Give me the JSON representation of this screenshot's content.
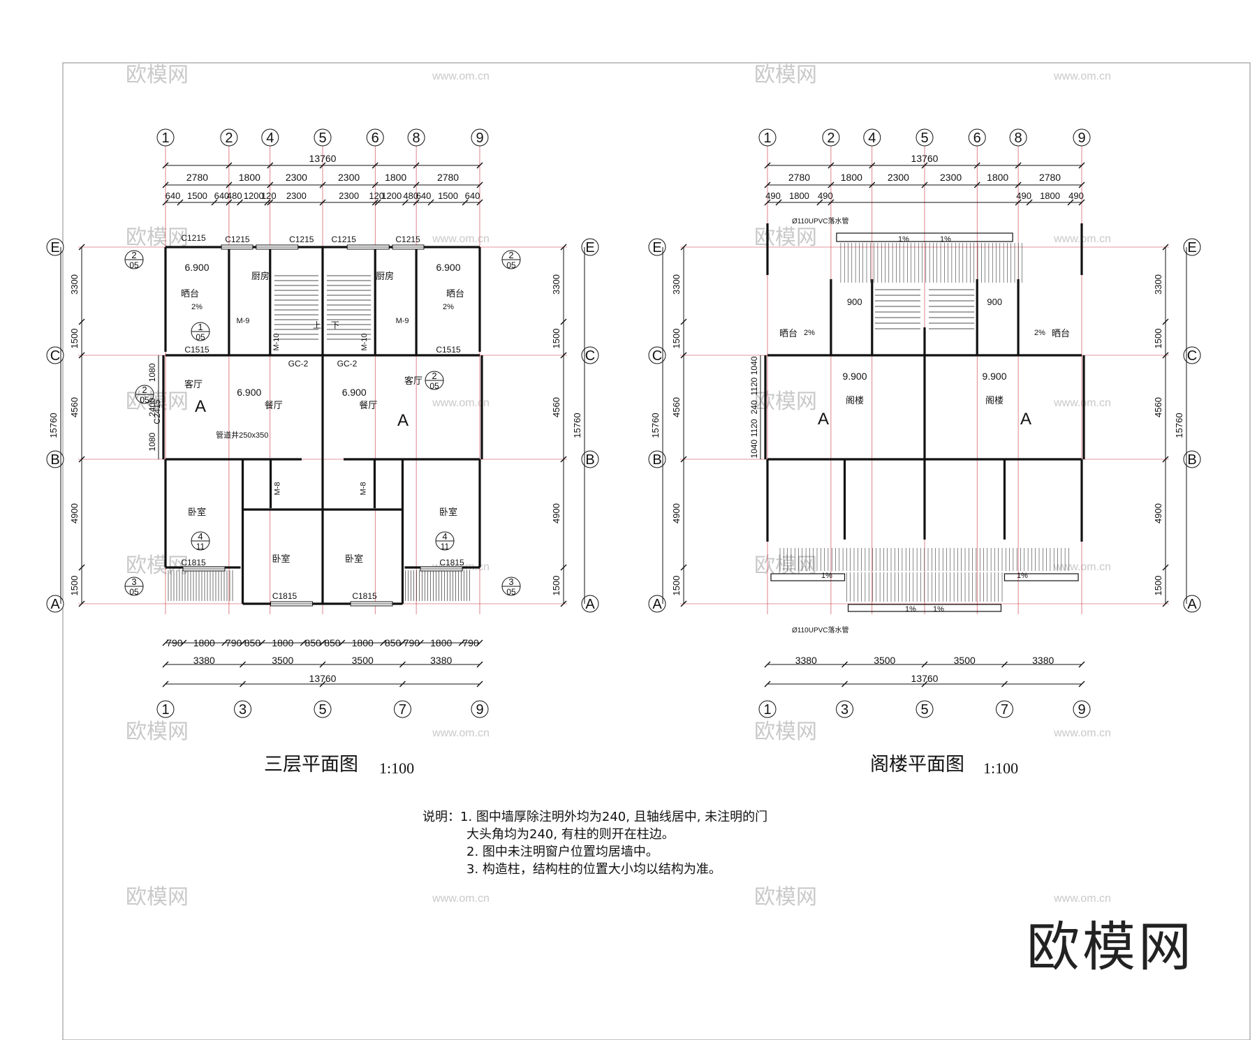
{
  "plans": {
    "left": {
      "title": "三层平面图",
      "scale": "1:100",
      "top_axes": [
        "1",
        "2",
        "4",
        "5",
        "6",
        "8",
        "9"
      ],
      "bottom_axes": [
        "1",
        "3",
        "5",
        "7",
        "9"
      ],
      "row_axes": [
        "E",
        "C",
        "B",
        "A"
      ],
      "overall_width": "13760",
      "overall_depth": "15760",
      "dims_top_1": [
        "2780",
        "1800",
        "2300",
        "2300",
        "1800",
        "2780"
      ],
      "dims_top_2": [
        "640",
        "1500",
        "640",
        "480",
        "1200",
        "120",
        "2300",
        "2300",
        "120",
        "1200",
        "480",
        "640",
        "1500",
        "640"
      ],
      "dims_bottom_1": [
        "790",
        "1800",
        "790",
        "850",
        "1800",
        "850",
        "850",
        "1800",
        "850",
        "790",
        "1800",
        "790"
      ],
      "dims_bottom_2": [
        "3380",
        "3500",
        "3500",
        "3380"
      ],
      "dims_side": [
        "3300",
        "1500",
        "4560",
        "4900",
        "1500"
      ],
      "dims_side_inner": [
        "1080",
        "2400",
        "1080"
      ],
      "elevation": "6.900",
      "unit_label": "A",
      "rooms": {
        "balcony": "晒台",
        "kitchen": "厨房",
        "living": "客厅",
        "dining": "餐厅",
        "bedroom": "卧室"
      },
      "windows": [
        "C1215",
        "C1515",
        "C2415",
        "C1815",
        "GC-2"
      ],
      "doors": [
        "M-9",
        "M-10",
        "M-8"
      ],
      "stair_up": "上",
      "stair_down": "下",
      "slope": "2%",
      "pipe_note": "管道井250x350",
      "callouts": {
        "r1": "2",
        "r2": "05",
        "b1": "1",
        "b2": "05",
        "c1": "4",
        "c2": "11",
        "d1": "3",
        "d2": "05"
      }
    },
    "right": {
      "title": "阁楼平面图",
      "scale": "1:100",
      "top_axes": [
        "1",
        "2",
        "4",
        "5",
        "6",
        "8",
        "9"
      ],
      "bottom_axes": [
        "1",
        "3",
        "5",
        "7",
        "9"
      ],
      "row_axes": [
        "E",
        "C",
        "B",
        "A"
      ],
      "overall_width": "13760",
      "overall_depth": "15760",
      "dims_top_1": [
        "2780",
        "1800",
        "2300",
        "2300",
        "1800",
        "2780"
      ],
      "dims_top_2": [
        "490",
        "1800",
        "490",
        "490",
        "1800",
        "490"
      ],
      "dims_bottom_2": [
        "3380",
        "3500",
        "3500",
        "3380"
      ],
      "dims_side": [
        "3300",
        "1500",
        "4560",
        "4900",
        "1500"
      ],
      "dims_side_inner": [
        "1040",
        "1120",
        "240",
        "1120",
        "1040"
      ],
      "elevation": "9.900",
      "unit_label": "A",
      "rooms": {
        "attic": "阁楼",
        "balcony": "晒台"
      },
      "gutter": "Ø110UPVC落水管",
      "stair_dim": "900",
      "slope_roof": "1%",
      "slope": "2%"
    }
  },
  "notes": {
    "line1": "说明：1. 图中墙厚除注明外均为240, 且轴线居中, 未注明的门",
    "line2": "大头角均为240, 有柱的则开在柱边。",
    "line3": "2. 图中未注明窗户位置均居墙中。",
    "line4": "3. 构造柱，结构柱的位置大小均以结构为准。"
  },
  "watermark": {
    "brand": "欧模网",
    "url": "www.om.cn"
  },
  "colors": {
    "line": "#111111",
    "axis": "#c8303a",
    "wall": "#111111",
    "watermark": "#c9c9c9"
  }
}
